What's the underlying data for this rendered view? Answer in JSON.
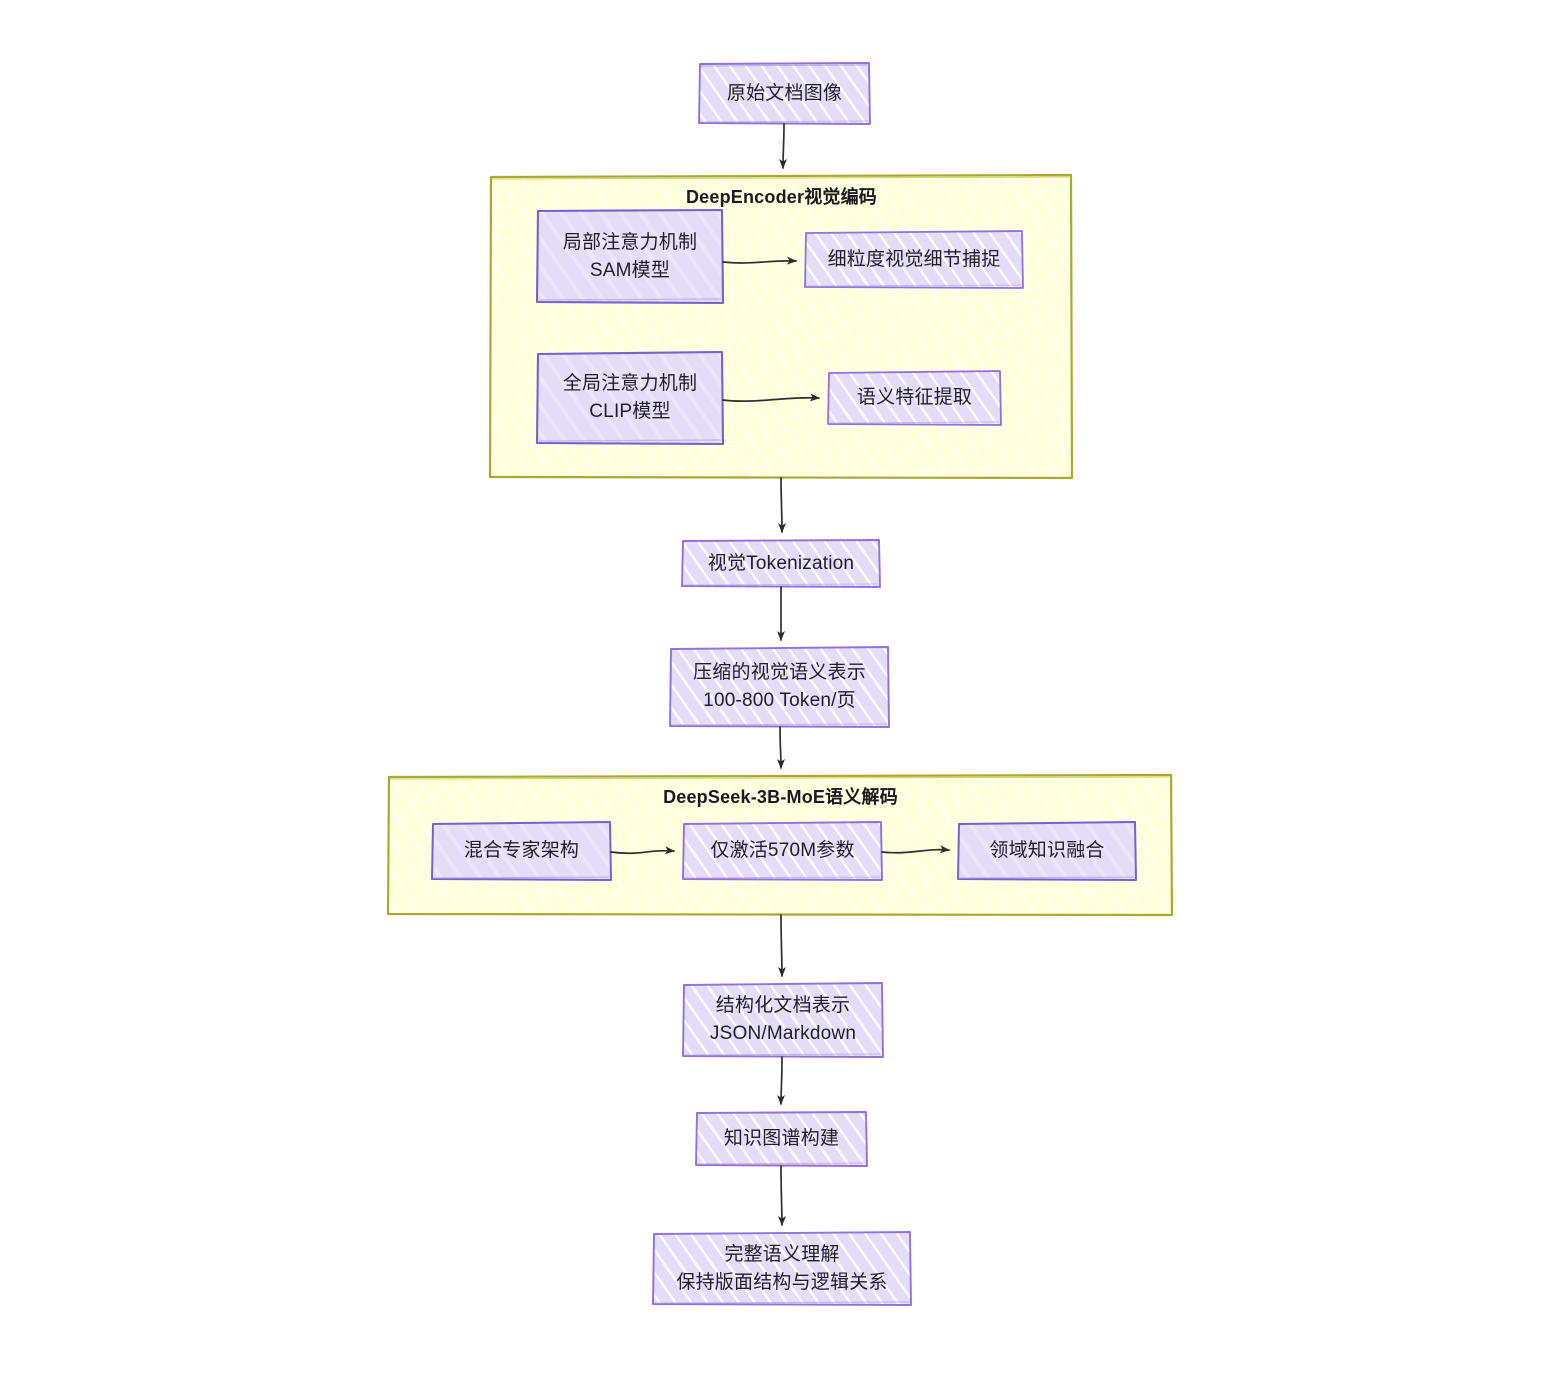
{
  "diagram": {
    "type": "flowchart",
    "direction": "top-down",
    "background": "#ffffff",
    "style": "hand-drawn-sketch",
    "palette": {
      "node_fill": "#e4ddf8",
      "node_hatch": "#ffffff",
      "node_border": "#9370db",
      "cluster_fill": "#ffffde",
      "cluster_border": "#aaaa33",
      "edge": "#333333",
      "text": "#1f1f28"
    }
  },
  "nodes": [
    {
      "id": "source",
      "label_lines": [
        "原始文档图像"
      ]
    },
    {
      "id": "local_attn",
      "label_lines": [
        "局部注意力机制",
        "SAM模型"
      ]
    },
    {
      "id": "fine_detail",
      "label_lines": [
        "细粒度视觉细节捕捉"
      ]
    },
    {
      "id": "global_attn",
      "label_lines": [
        "全局注意力机制",
        "CLIP模型"
      ]
    },
    {
      "id": "semantic_feat",
      "label_lines": [
        "语义特征提取"
      ]
    },
    {
      "id": "tokenization",
      "label_lines": [
        "视觉Tokenization"
      ]
    },
    {
      "id": "compressed",
      "label_lines": [
        "压缩的视觉语义表示",
        "100-800 Token/页"
      ]
    },
    {
      "id": "moe_arch",
      "label_lines": [
        "混合专家架构"
      ]
    },
    {
      "id": "activated",
      "label_lines": [
        "仅激活570M参数"
      ]
    },
    {
      "id": "domain_know",
      "label_lines": [
        "领域知识融合"
      ]
    },
    {
      "id": "structured",
      "label_lines": [
        "结构化文档表示",
        "JSON/Markdown"
      ]
    },
    {
      "id": "kg",
      "label_lines": [
        "知识图谱构建"
      ]
    },
    {
      "id": "final",
      "label_lines": [
        "完整语义理解",
        "保持版面结构与逻辑关系"
      ]
    }
  ],
  "clusters": [
    {
      "id": "encoder",
      "title": "DeepEncoder视觉编码"
    },
    {
      "id": "decoder",
      "title": "DeepSeek-3B-MoE语义解码"
    }
  ],
  "edges": [
    {
      "from": "source",
      "to": "encoder"
    },
    {
      "from": "local_attn",
      "to": "fine_detail"
    },
    {
      "from": "global_attn",
      "to": "semantic_feat"
    },
    {
      "from": "encoder",
      "to": "tokenization"
    },
    {
      "from": "tokenization",
      "to": "compressed"
    },
    {
      "from": "compressed",
      "to": "decoder"
    },
    {
      "from": "moe_arch",
      "to": "activated"
    },
    {
      "from": "activated",
      "to": "domain_know"
    },
    {
      "from": "decoder",
      "to": "structured"
    },
    {
      "from": "structured",
      "to": "kg"
    },
    {
      "from": "kg",
      "to": "final"
    }
  ]
}
